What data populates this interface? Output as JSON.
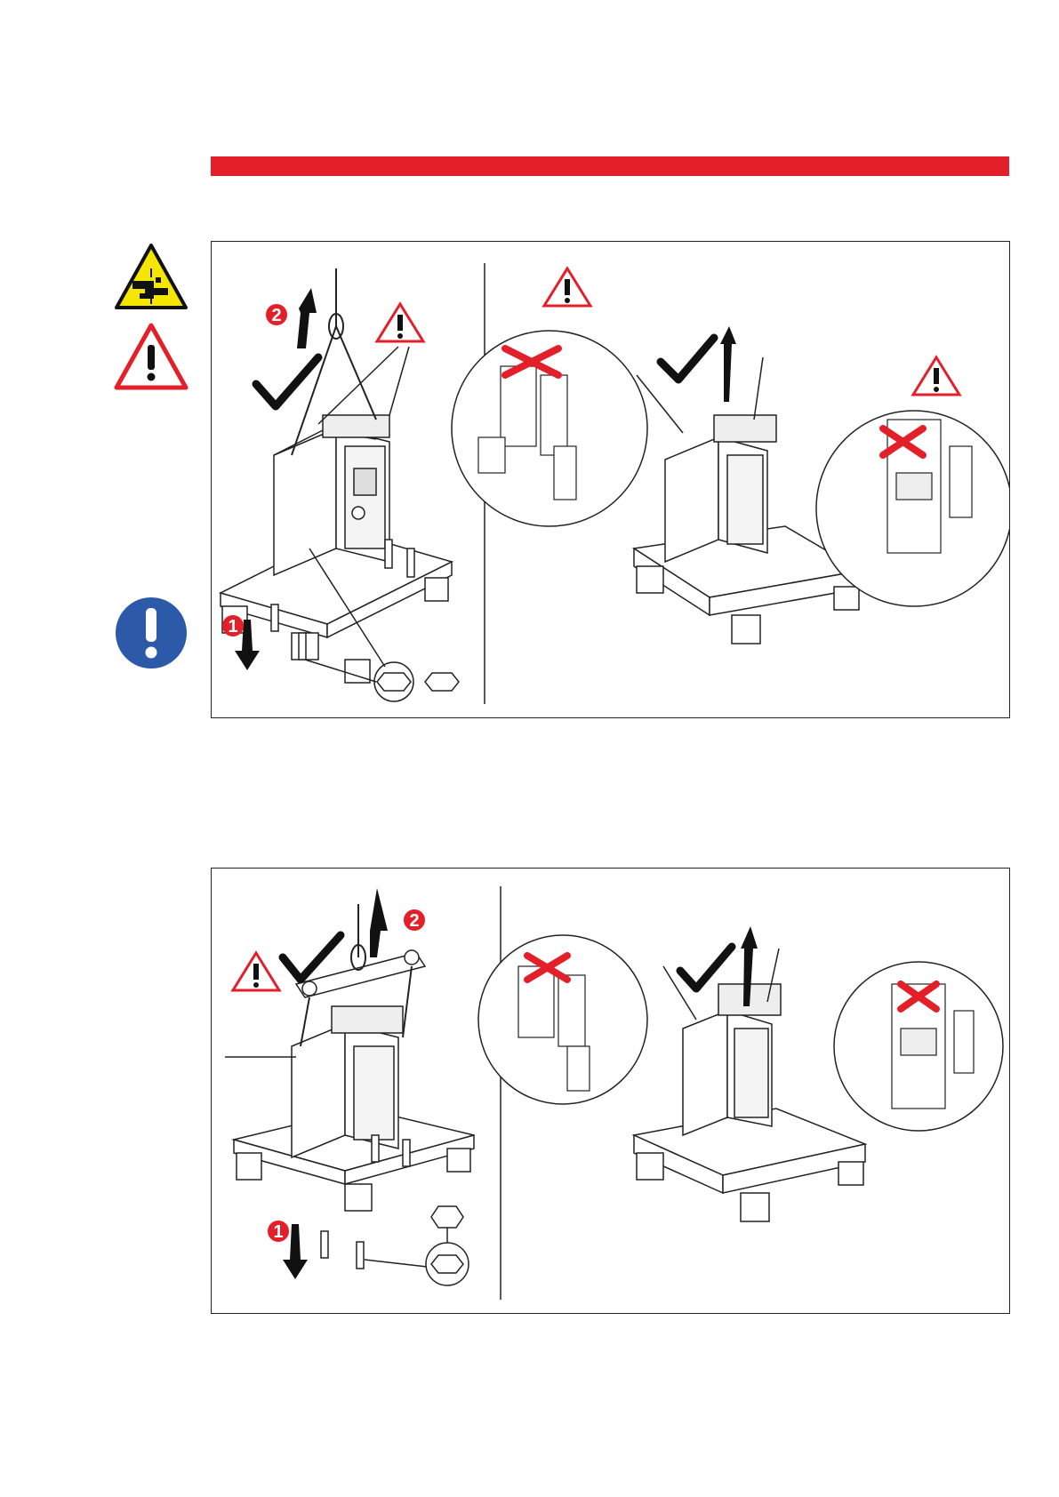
{
  "colors": {
    "accent_red": "#e3202a",
    "warning_yellow": "#f5e600",
    "notice_blue": "#2c5aa8"
  },
  "side_icons": [
    "crush-hazard-icon",
    "general-warning-icon",
    "mandatory-notice-icon"
  ],
  "panel_top": {
    "step1": "1",
    "step2": "2"
  },
  "panel_bottom": {
    "step1": "1",
    "step2": "2"
  }
}
